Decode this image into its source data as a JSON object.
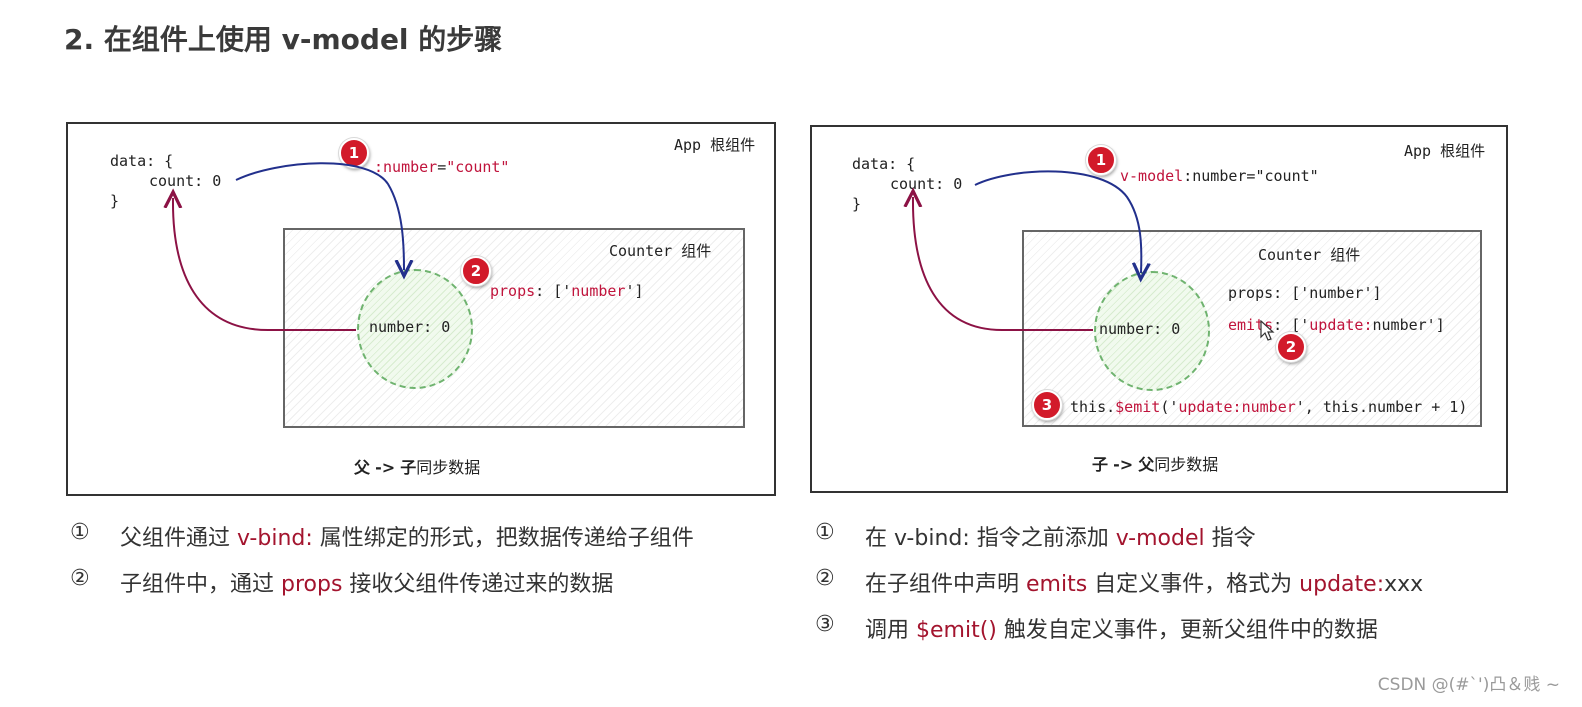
{
  "title": "2. 在组件上使用 v-model 的步骤",
  "left": {
    "app_label": "App 根组件",
    "data_open": "data: {",
    "data_count": "count: 0",
    "data_close": "}",
    "inner_label": "Counter 组件",
    "circle_text": "number: 0",
    "badge1": "1",
    "badge2": "2",
    "bind_attr": ":number",
    "bind_eq": "=",
    "bind_val": "\"count\"",
    "props_key": "props",
    "props_mid": ": ['",
    "props_val": "number",
    "props_end": "']",
    "caption_from": "父",
    "caption_arrow": "->",
    "caption_to": "子",
    "caption_text": "同步数据"
  },
  "right": {
    "app_label": "App 根组件",
    "data_open": "data: {",
    "data_count": "count: 0",
    "data_close": "}",
    "inner_label": "Counter 组件",
    "circle_text": "number: 0",
    "badge1": "1",
    "badge2": "2",
    "badge3": "3",
    "vmodel_key": "v-model",
    "vmodel_rest": ":number=\"count\"",
    "props_line": "props: ['number']",
    "emits_key": "emits",
    "emits_mid": ": ['",
    "emits_val": "update:",
    "emits_end": "number']",
    "emit_this": "this.",
    "emit_fn": "$emit",
    "emit_open": "('",
    "emit_evt": "update:number",
    "emit_rest": "', this.number + 1)",
    "caption_from": "子",
    "caption_arrow": "->",
    "caption_to": "父",
    "caption_text": "同步数据"
  },
  "left_list": [
    {
      "num": "①",
      "pre": "父组件通过 ",
      "hl": "v-bind:",
      "post": " 属性绑定的形式，把数据传递给子组件"
    },
    {
      "num": "②",
      "pre": "子组件中，通过 ",
      "hl": "props",
      "post": " 接收父组件传递过来的数据"
    }
  ],
  "right_list": [
    {
      "num": "①",
      "pre": "在 v-bind: 指令之前添加 ",
      "hl": "v-model",
      "post": " 指令"
    },
    {
      "num": "②",
      "pre": "在子组件中声明 ",
      "hl": "emits",
      "mid": " 自定义事件，格式为 ",
      "hl2": "update:",
      "post": "xxx"
    },
    {
      "num": "③",
      "pre": "调用 ",
      "hl": "$emit()",
      "post": " 触发自定义事件，更新父组件中的数据"
    }
  ],
  "watermark": "CSDN @(#`')凸＆贱 ~",
  "colors": {
    "accent_red": "#c0143c",
    "arrow_blue": "#22308c",
    "arrow_red": "#8c1245",
    "badge_red": "#d21a2a",
    "circle_green": "#6fb36f"
  }
}
